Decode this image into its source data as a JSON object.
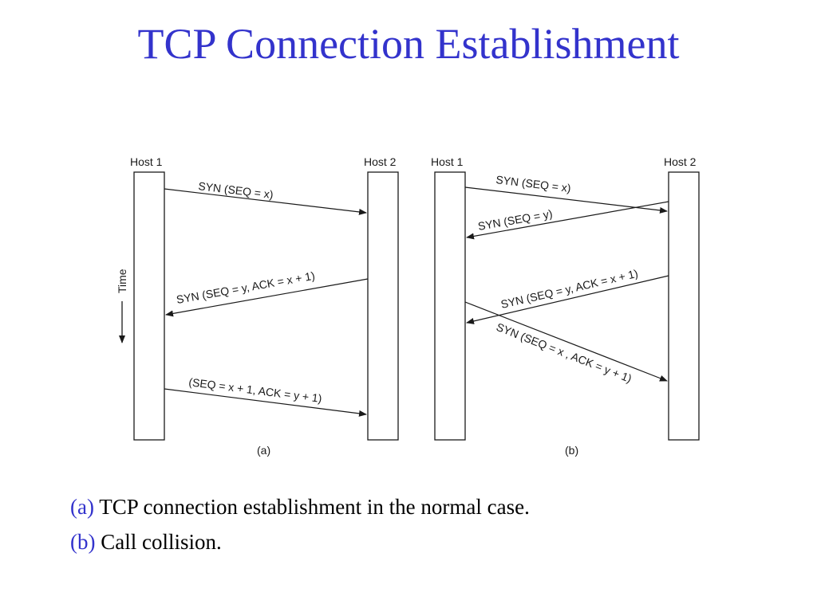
{
  "title": "TCP Connection Establishment",
  "diagram": {
    "host1": "Host 1",
    "host2": "Host 2",
    "time_label": "Time",
    "panel_a": {
      "label": "(a)",
      "msg1": "SYN (SEQ = x)",
      "msg2": "SYN (SEQ = y, ACK = x + 1)",
      "msg3": "(SEQ = x + 1, ACK = y + 1)"
    },
    "panel_b": {
      "label": "(b)",
      "msg1": "SYN (SEQ = x)",
      "msg2": "SYN (SEQ = y)",
      "msg3": "SYN (SEQ = y, ACK = x + 1)",
      "msg4": "SYN (SEQ = x , ACK = y + 1)"
    }
  },
  "captions": [
    {
      "tag": "(a)",
      "text": "TCP connection establishment in the normal case."
    },
    {
      "tag": "(b)",
      "text": "Call collision."
    }
  ],
  "colors": {
    "title": "#3333cc",
    "caption_tag": "#3333cc"
  }
}
